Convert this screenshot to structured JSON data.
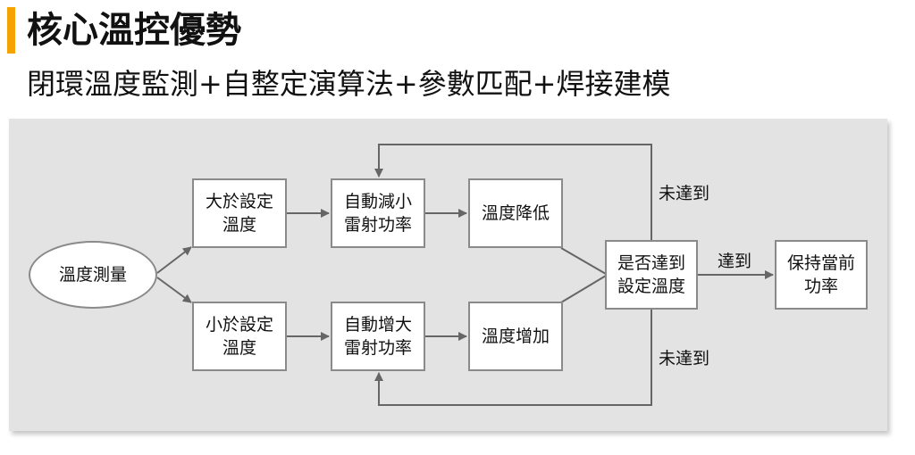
{
  "header": {
    "title": "核心溫控優勢",
    "subtitle": "閉環溫度監測+自整定演算法+參數匹配+焊接建模",
    "accent_color": "#f5a300"
  },
  "diagram": {
    "nodes": {
      "measure": "溫度測量",
      "above_set": "大於設定溫度",
      "below_set": "小於設定溫度",
      "reduce_power": "自動減小雷射功率",
      "increase_power": "自動增大雷射功率",
      "temp_down": "溫度降低",
      "temp_up": "溫度增加",
      "reached_check": "是否達到設定溫度",
      "keep_power": "保持當前功率"
    },
    "edge_labels": {
      "not_reached_top": "未達到",
      "not_reached_bottom": "未達到",
      "reached": "達到"
    },
    "colors": {
      "panel": "#e3e3e3",
      "node_border": "#8a8a8a",
      "arrow": "#666666"
    }
  }
}
